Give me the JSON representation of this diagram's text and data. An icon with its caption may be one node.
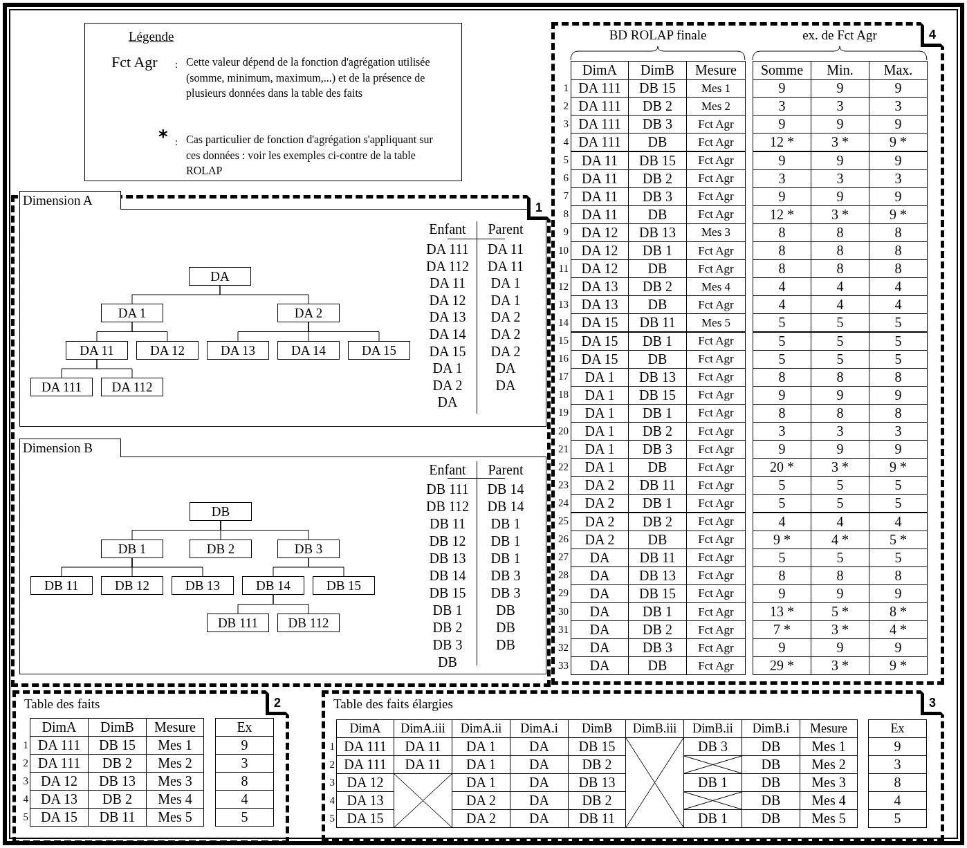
{
  "diagram": {
    "nodes": [
      {
        "text": [
          "Légende",
          "Fct Agr",
          ":",
          "Cette valeur dépend de la fonction d'agrégation utilisée (somme, minimum, maximum,...) et de la présence de plusieurs données dans la table des faits",
          "*",
          ":",
          "Cas particulier de fonction d'agrégation s'appliquant sur ces données : voir les exemples ci-contre de la table ROLAP"
        ]
      },
      {
        "text": [
          "1"
        ]
      },
      {
        "text": [
          "Dimension A"
        ],
        "in": 1
      },
      {
        "text": [
          "DA"
        ],
        "in": 2
      },
      {
        "text": [
          "DA 1"
        ],
        "in": 2
      },
      {
        "text": [
          "DA 2"
        ],
        "in": 2
      },
      {
        "text": [
          "DA 11"
        ],
        "in": 2
      },
      {
        "text": [
          "DA 12"
        ],
        "in": 2
      },
      {
        "text": [
          "DA 13"
        ],
        "in": 2
      },
      {
        "text": [
          "DA 14"
        ],
        "in": 2
      },
      {
        "text": [
          "DA 15"
        ],
        "in": 2
      },
      {
        "text": [
          "DA 111"
        ],
        "in": 2
      },
      {
        "text": [
          "DA 112"
        ],
        "in": 2
      },
      {
        "text": [
          "Dimension B"
        ],
        "in": 1
      },
      {
        "text": [
          "DB"
        ],
        "in": 13
      },
      {
        "text": [
          "DB 1"
        ],
        "in": 13
      },
      {
        "text": [
          "DB 2"
        ],
        "in": 13
      },
      {
        "text": [
          "DB 3"
        ],
        "in": 13
      },
      {
        "text": [
          "DB 11"
        ],
        "in": 13
      },
      {
        "text": [
          "DB 12"
        ],
        "in": 13
      },
      {
        "text": [
          "DB 13"
        ],
        "in": 13
      },
      {
        "text": [
          "DB 14"
        ],
        "in": 13
      },
      {
        "text": [
          "DB 15"
        ],
        "in": 13
      },
      {
        "text": [
          "DB 111"
        ],
        "in": 13
      },
      {
        "text": [
          "DB 112"
        ],
        "in": 13
      },
      {
        "text": [
          "4"
        ]
      },
      {
        "text": [
          "Table des faits",
          "2"
        ]
      },
      {
        "text": [
          "Table des faits élargies",
          "3"
        ]
      }
    ],
    "edges": [
      {
        "from": 3,
        "to": 4,
        "arrow": "none"
      },
      {
        "from": 3,
        "to": 5,
        "arrow": "none"
      },
      {
        "from": 4,
        "to": 6,
        "arrow": "none"
      },
      {
        "from": 4,
        "to": 7,
        "arrow": "none"
      },
      {
        "from": 5,
        "to": 8,
        "arrow": "none"
      },
      {
        "from": 5,
        "to": 9,
        "arrow": "none"
      },
      {
        "from": 5,
        "to": 10,
        "arrow": "none"
      },
      {
        "from": 6,
        "to": 11,
        "arrow": "none"
      },
      {
        "from": 6,
        "to": 12,
        "arrow": "none"
      },
      {
        "from": 14,
        "to": 15,
        "arrow": "none"
      },
      {
        "from": 14,
        "to": 16,
        "arrow": "none"
      },
      {
        "from": 14,
        "to": 17,
        "arrow": "none"
      },
      {
        "from": 15,
        "to": 18,
        "arrow": "none"
      },
      {
        "from": 15,
        "to": 19,
        "arrow": "none"
      },
      {
        "from": 15,
        "to": 20,
        "arrow": "none"
      },
      {
        "from": 17,
        "to": 21,
        "arrow": "none"
      },
      {
        "from": 17,
        "to": 22,
        "arrow": "none"
      },
      {
        "from": 21,
        "to": 23,
        "arrow": "none"
      },
      {
        "from": 21,
        "to": 24,
        "arrow": "none"
      }
    ],
    "labels": [
      "Enfant",
      "Parent",
      "DA 111",
      "DA 11",
      "DA 112",
      "DA 11",
      "DA 11",
      "DA 1",
      "DA 12",
      "DA 1",
      "DA 13",
      "DA 2",
      "DA 14",
      "DA 2",
      "DA 15",
      "DA 2",
      "DA 1",
      "DA",
      "DA 2",
      "DA",
      "DA",
      "Enfant",
      "Parent",
      "DB 111",
      "DB 14",
      "DB 112",
      "DB 14",
      "DB 11",
      "DB 1",
      "DB 12",
      "DB 1",
      "DB 13",
      "DB 1",
      "DB 14",
      "DB 3",
      "DB 15",
      "DB 3",
      "DB 1",
      "DB",
      "DB 2",
      "DB",
      "DB 3",
      "DB",
      "DB",
      "BD ROLAP finale",
      "ex. de Fct Agr",
      "DimA",
      "DimB",
      "Mesure",
      "Somme",
      "Min.",
      "Max.",
      "1",
      "DA 111",
      "DB 15",
      "Mes 1",
      "9",
      "9",
      "9",
      "2",
      "DA 111",
      "DB 2",
      "Mes 2",
      "3",
      "3",
      "3",
      "3",
      "DA 111",
      "DB 3",
      "Fct Agr",
      "9",
      "9",
      "9",
      "4",
      "DA 111",
      "DB",
      "Fct Agr",
      "12 *",
      "3 *",
      "9 *",
      "5",
      "DA 11",
      "DB 15",
      "Fct Agr",
      "9",
      "9",
      "9",
      "6",
      "DA 11",
      "DB 2",
      "Fct Agr",
      "3",
      "3",
      "3",
      "7",
      "DA 11",
      "DB 3",
      "Fct Agr",
      "9",
      "9",
      "9",
      "8",
      "DA 11",
      "DB",
      "Fct Agr",
      "12 *",
      "3 *",
      "9 *",
      "9",
      "DA 12",
      "DB 13",
      "Mes 3",
      "8",
      "8",
      "8",
      "10",
      "DA 12",
      "DB 1",
      "Fct Agr",
      "8",
      "8",
      "8",
      "11",
      "DA 12",
      "DB",
      "Fct Agr",
      "8",
      "8",
      "8",
      "12",
      "DA 13",
      "DB 2",
      "Mes 4",
      "4",
      "4",
      "4",
      "13",
      "DA 13",
      "DB",
      "Fct Agr",
      "4",
      "4",
      "4",
      "14",
      "DA 15",
      "DB 11",
      "Mes 5",
      "5",
      "5",
      "5",
      "15",
      "DA 15",
      "DB 1",
      "Fct Agr",
      "5",
      "5",
      "5",
      "16",
      "DA 15",
      "DB",
      "Fct Agr",
      "5",
      "5",
      "5",
      "17",
      "DA 1",
      "DB 13",
      "Fct Agr",
      "8",
      "8",
      "8",
      "18",
      "DA 1",
      "DB 15",
      "Fct Agr",
      "9",
      "9",
      "9",
      "19",
      "DA 1",
      "DB 1",
      "Fct Agr",
      "8",
      "8",
      "8",
      "20",
      "DA 1",
      "DB 2",
      "Fct Agr",
      "3",
      "3",
      "3",
      "21",
      "DA 1",
      "DB 3",
      "Fct Agr",
      "9",
      "9",
      "9",
      "22",
      "DA 1",
      "DB",
      "Fct Agr",
      "20 *",
      "3 *",
      "9 *",
      "23",
      "DA 2",
      "DB 11",
      "Fct Agr",
      "5",
      "5",
      "5",
      "24",
      "DA 2",
      "DB 1",
      "Fct Agr",
      "5",
      "5",
      "5",
      "25",
      "DA 2",
      "DB 2",
      "Fct Agr",
      "4",
      "4",
      "4",
      "26",
      "DA 2",
      "DB",
      "Fct Agr",
      "9 *",
      "4 *",
      "5 *",
      "27",
      "DA",
      "DB 11",
      "Fct Agr",
      "5",
      "5",
      "5",
      "28",
      "DA",
      "DB 13",
      "Fct Agr",
      "8",
      "8",
      "8",
      "29",
      "DA",
      "DB 15",
      "Fct Agr",
      "9",
      "9",
      "9",
      "30",
      "DA",
      "DB 1",
      "Fct Agr",
      "13 *",
      "5 *",
      "8 *",
      "31",
      "DA",
      "DB 2",
      "Fct Agr",
      "7 *",
      "3 *",
      "4 *",
      "32",
      "DA",
      "DB 3",
      "Fct Agr",
      "9",
      "9",
      "9",
      "33",
      "DA",
      "DB",
      "Fct Agr",
      "29 *",
      "3 *",
      "9 *",
      "DimA",
      "DimB",
      "Mesure",
      "Ex",
      "1",
      "DA 111",
      "DB 15",
      "Mes 1",
      "9",
      "2",
      "DA 111",
      "DB 2",
      "Mes 2",
      "3",
      "3",
      "DA 12",
      "DB 13",
      "Mes 3",
      "8",
      "4",
      "DA 13",
      "DB 2",
      "Mes 4",
      "4",
      "5",
      "DA 15",
      "DB 11",
      "Mes 5",
      "5",
      "DimA",
      "DimA.iii",
      "DimA.ii",
      "DimA.i",
      "DimB",
      "DimB.iii",
      "DimB.ii",
      "DimB.i",
      "Mesure",
      "Ex",
      "1",
      "DA 111",
      "DA 11",
      "DA 1",
      "DA",
      "DB 15",
      "DB 3",
      "DB",
      "Mes 1",
      "9",
      "2",
      "DA 111",
      "DA 11",
      "DA 1",
      "DA",
      "DB 2",
      "DB",
      "Mes 2",
      "3",
      "3",
      "DA 12",
      "DA 1",
      "DA",
      "DB 13",
      "DB 1",
      "DB",
      "Mes 3",
      "8",
      "4",
      "DA 13",
      "DA 2",
      "DA",
      "DB 2",
      "DB",
      "Mes 4",
      "4",
      "5",
      "DA 15",
      "DA 2",
      "DA",
      "DB 11",
      "DB 1",
      "DB",
      "Mes 5",
      "5"
    ]
  }
}
